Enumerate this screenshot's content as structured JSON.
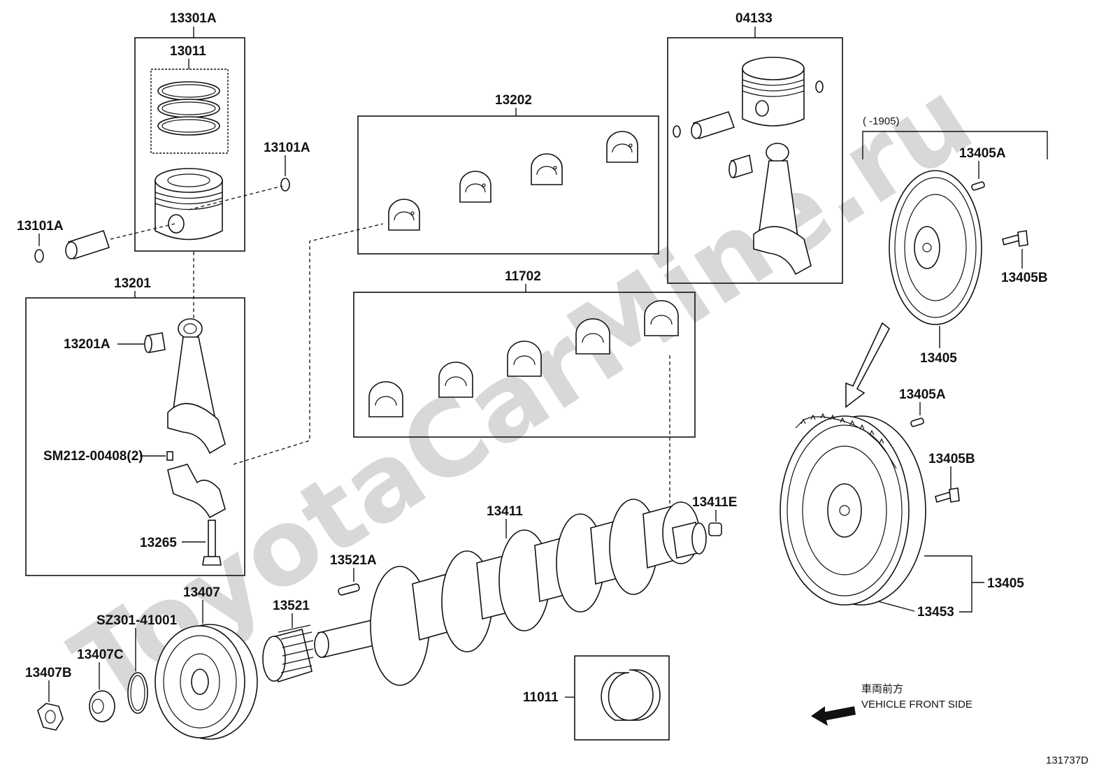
{
  "watermark": "ToyotaCarMine.ru",
  "figure_code": "131737D",
  "date_range_note": "(      -1905)",
  "direction": {
    "label_jp": "車両前方",
    "label_en": "VEHICLE FRONT SIDE"
  },
  "labels": {
    "p13301A": "13301A",
    "p13011": "13011",
    "p13101A_right": "13101A",
    "p13101A_left": "13101A",
    "p13201": "13201",
    "p13201A": "13201A",
    "pSM212": "SM212-00408(2)",
    "p13265": "13265",
    "p13202": "13202",
    "p11702": "11702",
    "p04133": "04133",
    "p13405A_top": "13405A",
    "p13405B_top": "13405B",
    "p13405_top": "13405",
    "p13405A_bot": "13405A",
    "p13405B_bot": "13405B",
    "p13405_bot": "13405",
    "p13453": "13453",
    "p13411": "13411",
    "p13411E": "13411E",
    "p13521A": "13521A",
    "p13521": "13521",
    "p13407": "13407",
    "pSZ301": "SZ301-41001",
    "p13407C": "13407C",
    "p13407B": "13407B",
    "p11011": "11011"
  }
}
